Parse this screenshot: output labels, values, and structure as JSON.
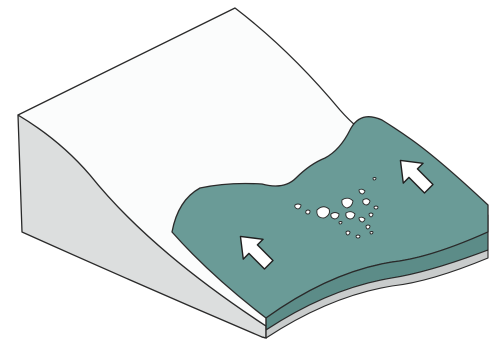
{
  "diagram": {
    "kind": "block-diagram",
    "colors": {
      "background": "#ffffff",
      "snow_surface": "#fbfcfc",
      "ice_top": "#6a9b97",
      "ice_front": "#5c8c88",
      "left_side": "#dcdede",
      "front_strip": "#c9cccc",
      "outline": "#2a2a2a",
      "arrow_fill": "#ffffff"
    },
    "elements": {
      "block": "terrain-block",
      "ice_mass": "ice-mass",
      "flow_arrows": [
        "flow-arrow-left",
        "flow-arrow-right"
      ],
      "debris": "rock-debris-cluster"
    },
    "icons": [
      "arrow-up-left-icon"
    ]
  }
}
